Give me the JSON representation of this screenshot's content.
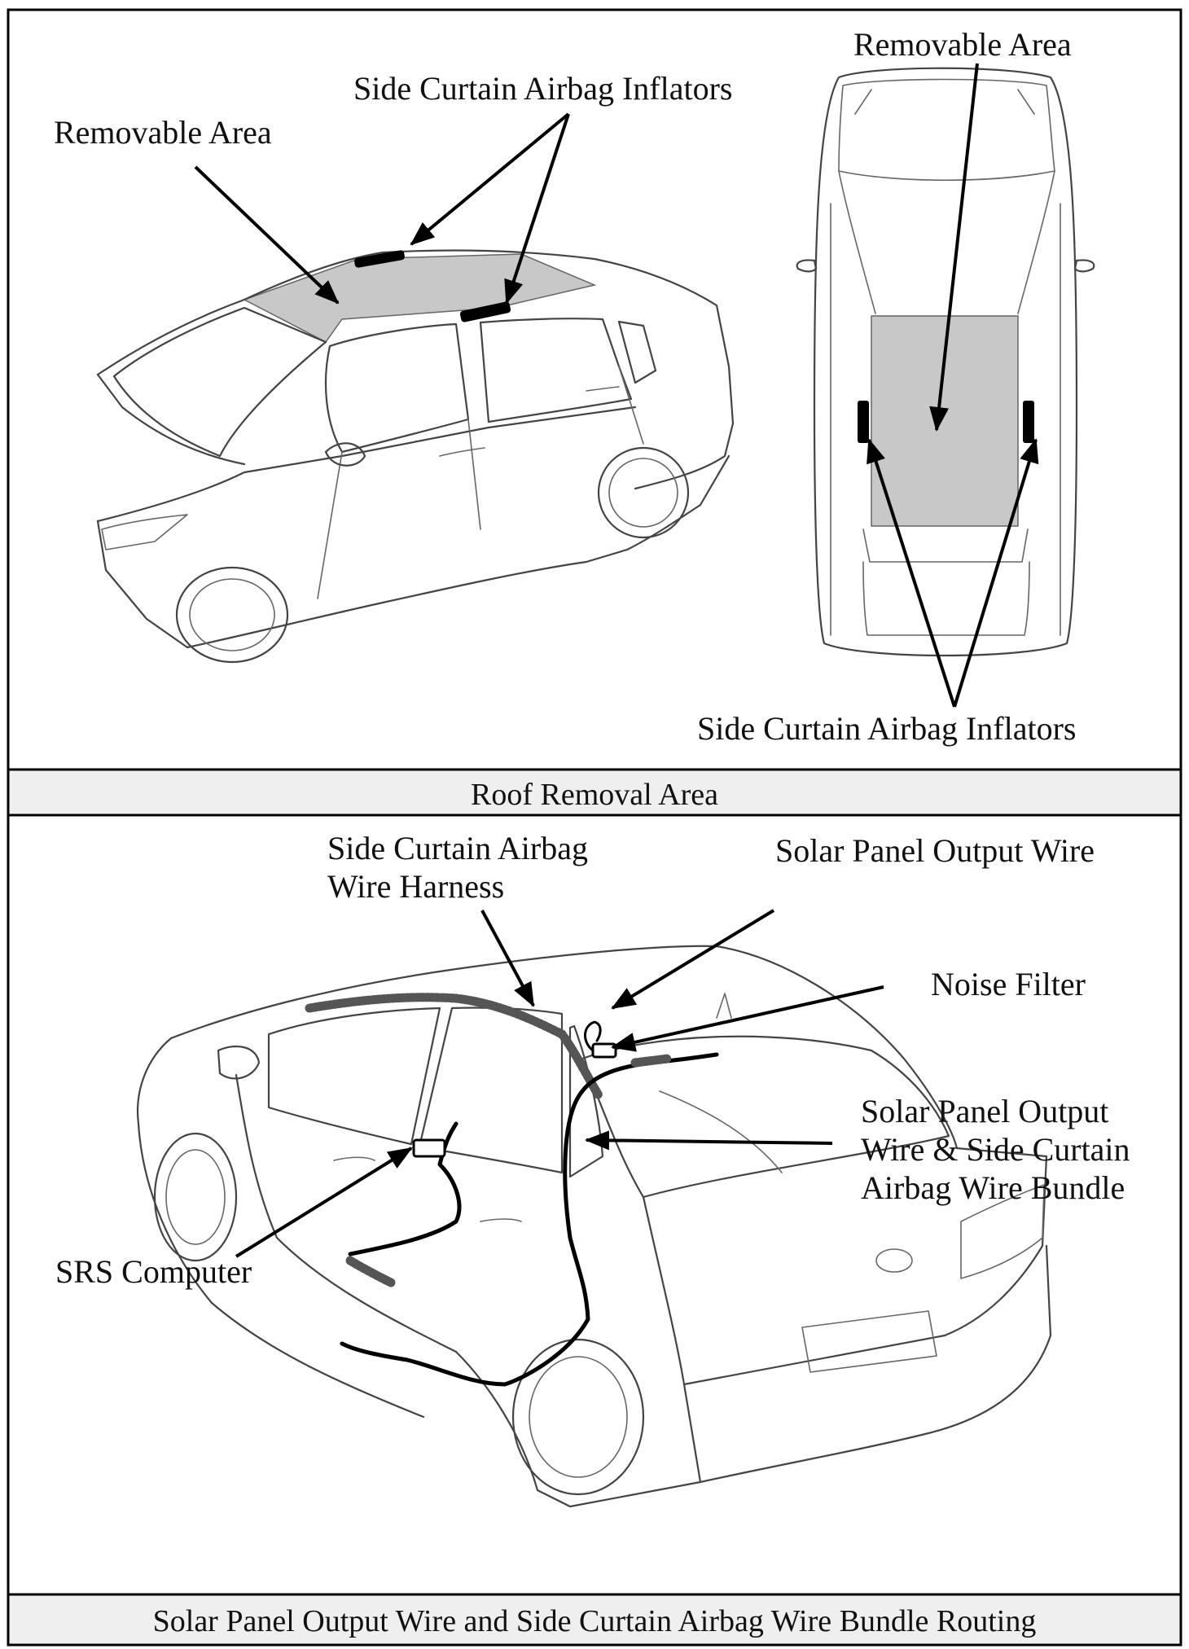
{
  "top_panel": {
    "labels": {
      "removable_area_left": "Removable Area",
      "side_curtain_inflators_top": "Side Curtain Airbag Inflators",
      "removable_area_right": "Removable Area",
      "side_curtain_inflators_bottom": "Side Curtain Airbag Inflators"
    },
    "caption": "Roof Removal Area"
  },
  "bottom_panel": {
    "labels": {
      "harness_line1": "Side Curtain Airbag",
      "harness_line2": "Wire Harness",
      "solar_output_wire": "Solar Panel Output Wire",
      "noise_filter": "Noise Filter",
      "bundle_line1": "Solar Panel Output",
      "bundle_line2": "Wire & Side Curtain",
      "bundle_line3": "Airbag Wire Bundle",
      "srs_computer": "SRS Computer"
    },
    "caption": "Solar Panel Output Wire and Side Curtain Airbag Wire Bundle Routing"
  },
  "colors": {
    "border": "#000000",
    "caption_bar": "#efefef",
    "removable_area_fill": "#c8c8c8",
    "inflator": "#000000",
    "car_outline": "#444444"
  }
}
